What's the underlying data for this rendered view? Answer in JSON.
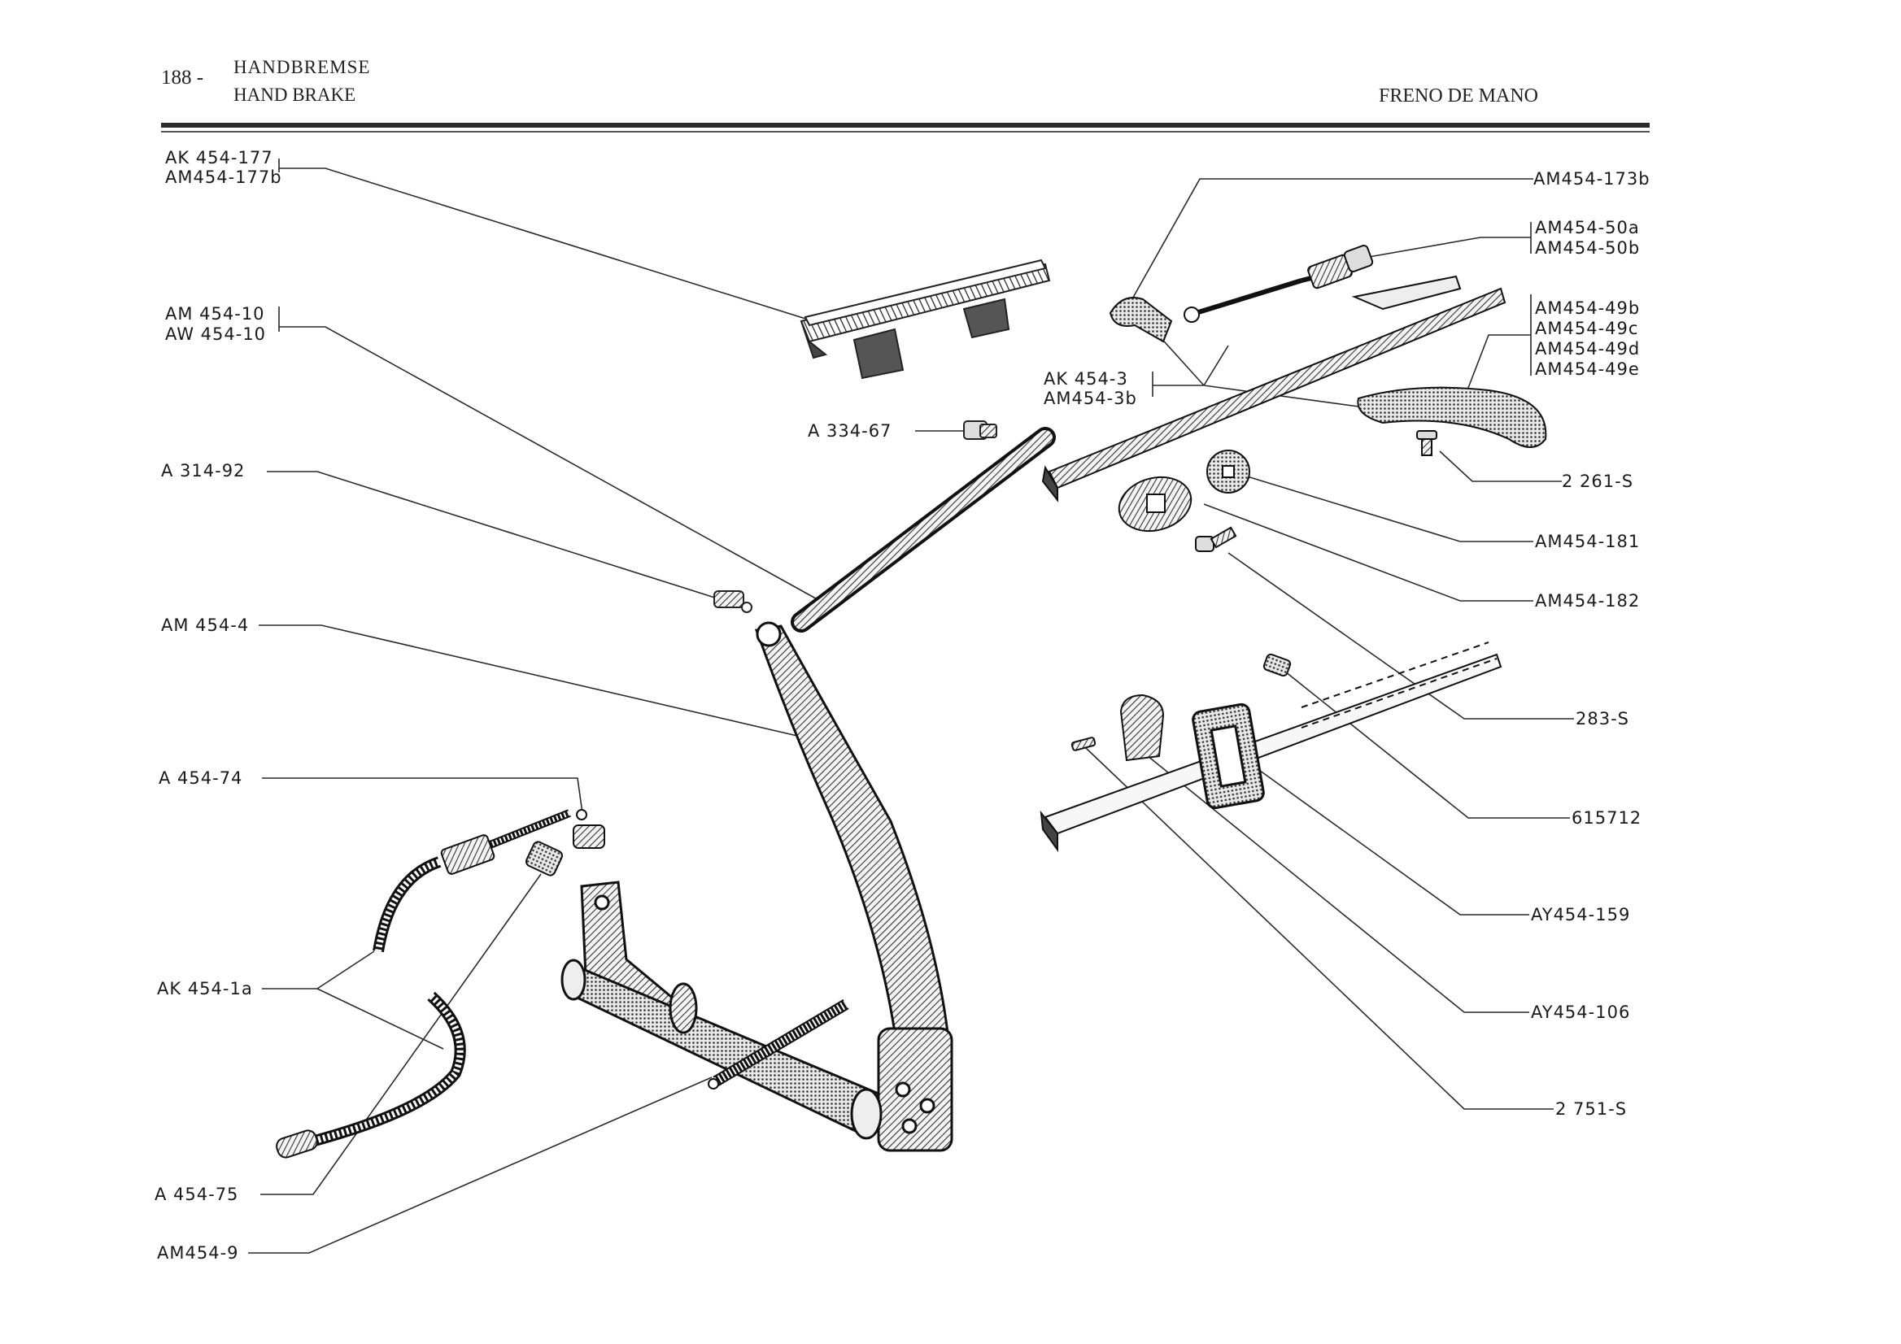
{
  "header": {
    "page_number": "188 -",
    "title_de": "HANDBREMSE",
    "title_en": "HAND BRAKE",
    "title_es": "FRENO  DE MANO"
  },
  "labels": {
    "ak454_177": "AK 454-177",
    "am454_177b": "AM454-177b",
    "am454_10": "AM 454-10",
    "aw454_10": "AW 454-10",
    "a314_92": "A  314-92",
    "am454_4": "AM 454-4",
    "a454_74": "A  454-74",
    "ak454_1a": "AK 454-1a",
    "a454_75": "A  454-75",
    "am454_9": "AM454-9",
    "a334_67": "A  334-67",
    "ak454_3": "AK 454-3",
    "am454_3b": "AM454-3b",
    "am454_173b": "AM454-173b",
    "am454_50a": "AM454-50a",
    "am454_50b": "AM454-50b",
    "am454_49b": "AM454-49b",
    "am454_49c": "AM454-49c",
    "am454_49d": "AM454-49d",
    "am454_49e": "AM454-49e",
    "s2261": "2 261-S",
    "am454_181": "AM454-181",
    "am454_182": "AM454-182",
    "s283": "283-S",
    "p615712": "615712",
    "ay454_159": "AY454-159",
    "ay454_106": "AY454-106",
    "s2751": "2 751-S"
  }
}
